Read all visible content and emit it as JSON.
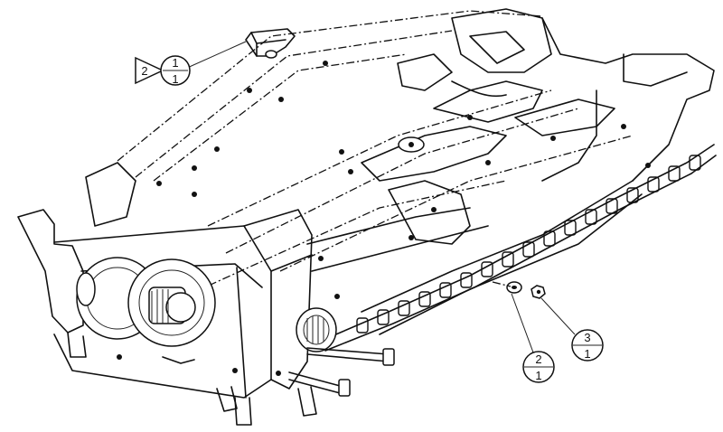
{
  "callouts": [
    {
      "id": "c1",
      "prefix": "2",
      "top": "1",
      "bottom": "1"
    },
    {
      "id": "c2",
      "top": "2",
      "bottom": "1"
    },
    {
      "id": "c3",
      "top": "3",
      "bottom": "1"
    }
  ]
}
